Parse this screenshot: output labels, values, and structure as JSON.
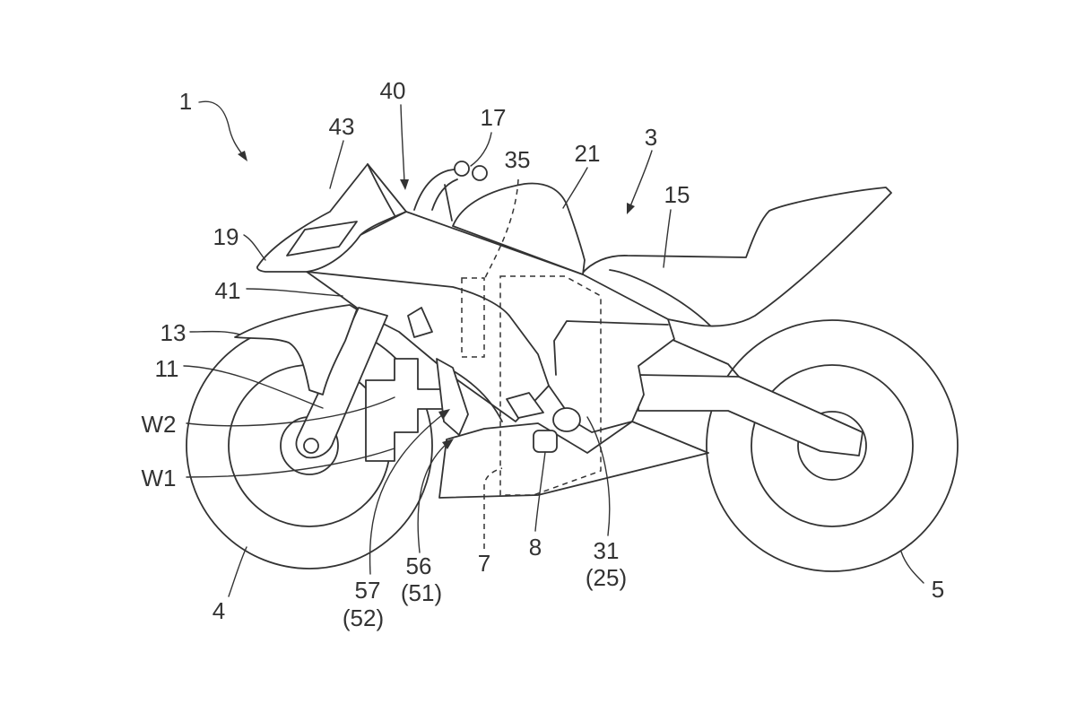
{
  "colors": {
    "line": "#333333",
    "background": "#ffffff"
  },
  "labels": [
    "1",
    "40",
    "17",
    "43",
    "35",
    "21",
    "3",
    "15",
    "19",
    "41",
    "13",
    "11",
    "W2",
    "W1",
    "4",
    "57",
    "(52)",
    "56",
    "(51)",
    "7",
    "8",
    "31",
    "(25)",
    "5"
  ]
}
